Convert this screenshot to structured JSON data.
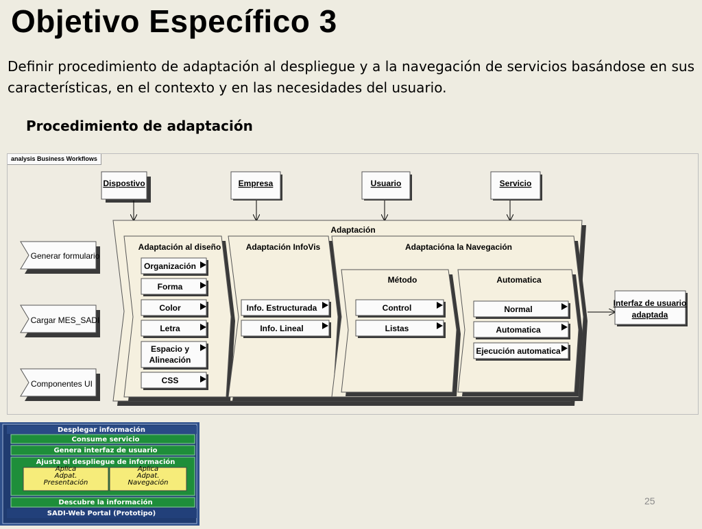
{
  "slide": {
    "title": "Objetivo Específico 3",
    "intro": "Definir procedimiento de adaptación al despliegue y a la navegación de servicios basándose en sus características, en el contexto y en las necesidades del usuario.",
    "subtitle": "Procedimiento de adaptación",
    "page_number": "25"
  },
  "diagram": {
    "tab_label": "analysis Business Workflows",
    "inputs": [
      "Dispostivo",
      "Empresa",
      "Usuario",
      "Servicio"
    ],
    "container_label": "Adaptación",
    "left_steps": [
      "Generar formulario",
      "Cargar MES_SADI",
      "Componentes UI"
    ],
    "groups": {
      "diseno": {
        "label": "Adaptación al diseño",
        "items": [
          "Organización",
          "Forma",
          "Color",
          "Letra",
          "Espacio y",
          "Alineación",
          "CSS"
        ]
      },
      "infovis": {
        "label": "Adaptación InfoVis",
        "items": [
          "Info. Estructurada",
          "Info. Lineal"
        ]
      },
      "navegacion": {
        "label": "Adaptacióna la Navegación",
        "metodo": {
          "label": "Método",
          "items": [
            "Control",
            "Listas"
          ]
        },
        "automatica": {
          "label": "Automatica",
          "items": [
            "Normal",
            "Automatica",
            "Ejecución automatica"
          ]
        }
      }
    },
    "output": [
      "Interfaz de usuario",
      "adaptada"
    ]
  },
  "layers_figure": {
    "layers": [
      "Desplegar información",
      "Consume servicio",
      "Genera interfaz de usuario",
      "Ajusta el despliegue de información",
      "Descubre la información",
      "SADI-Web Portal (Prototipo)"
    ],
    "boxes": [
      [
        "Aplica",
        "Adpat.",
        "Presentación"
      ],
      [
        "Aplica",
        "Adpat.",
        "Navegación"
      ]
    ]
  }
}
